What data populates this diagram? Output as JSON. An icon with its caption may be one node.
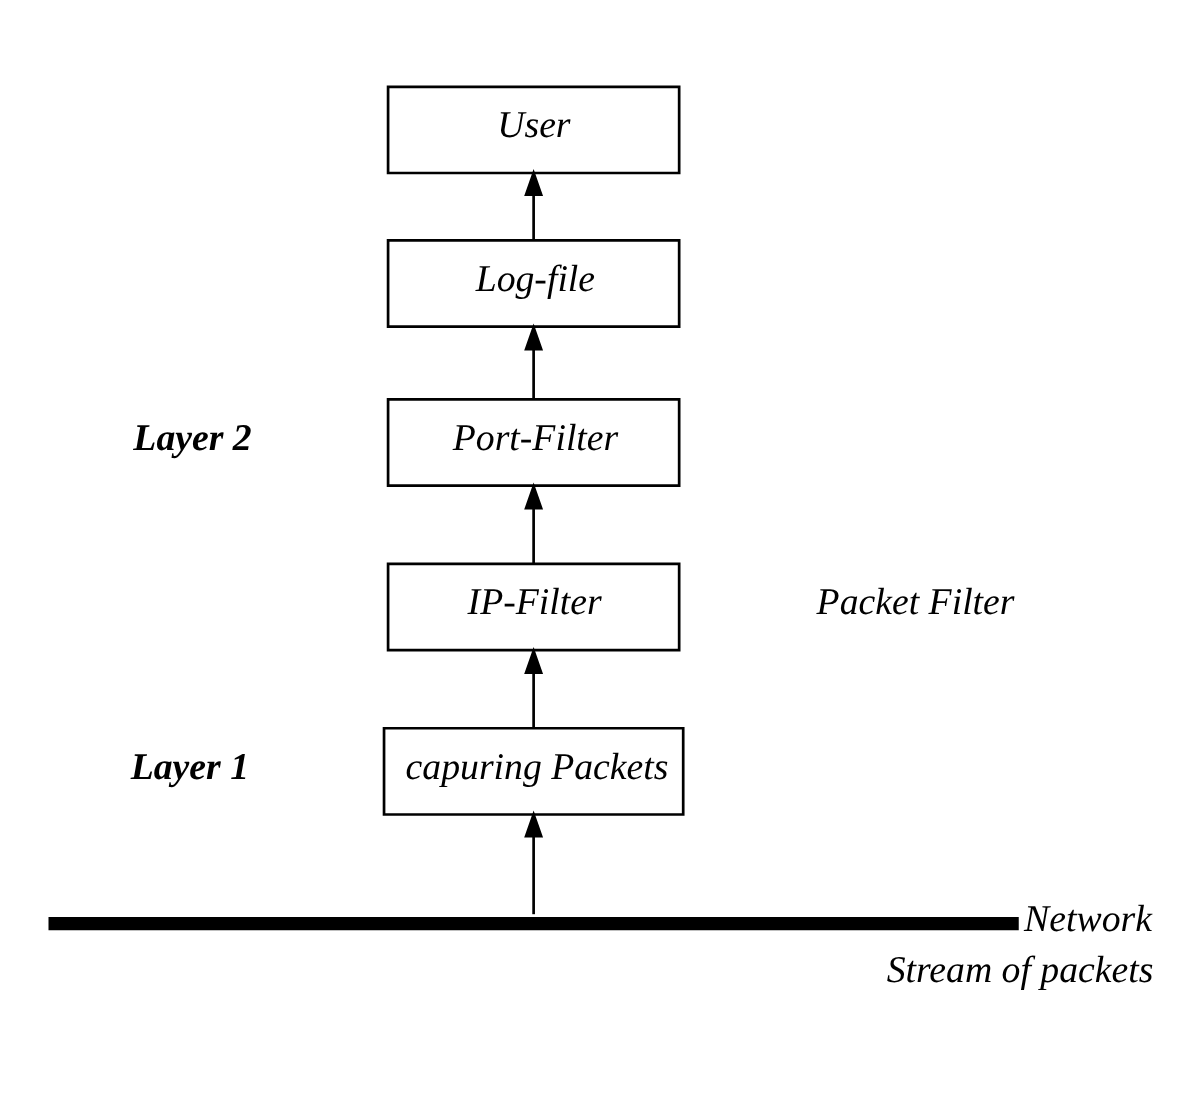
{
  "diagram": {
    "nodes": [
      {
        "text": [
          "User"
        ]
      },
      {
        "text": [
          "Log-file"
        ]
      },
      {
        "text": [
          "Port-Filter"
        ]
      },
      {
        "text": [
          "IP-Filter"
        ]
      },
      {
        "text": [
          "capuring Packets"
        ]
      },
      {
        "text": [],
        "shape": "bar",
        "beside": [
          "Network",
          "Stream of packets"
        ]
      }
    ],
    "edges": [
      {
        "from": 5,
        "to": 4,
        "arrow": "to"
      },
      {
        "from": 4,
        "to": 3,
        "arrow": "to"
      },
      {
        "from": 3,
        "to": 2,
        "arrow": "to"
      },
      {
        "from": 2,
        "to": 1,
        "arrow": "to"
      },
      {
        "from": 1,
        "to": 0,
        "arrow": "to"
      }
    ],
    "labels": [
      "Layer 2",
      "Packet Filter",
      "Layer 1"
    ]
  }
}
